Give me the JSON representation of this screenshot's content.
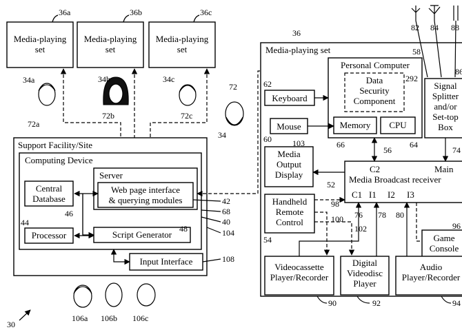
{
  "labels": {
    "media_set_a": "Media-playing\nset",
    "media_set_b": "Media-playing\nset",
    "media_set_c": "Media-playing\nset",
    "ref_36a": "36a",
    "ref_36b": "36b",
    "ref_36c": "36c",
    "ref_34a": "34a",
    "ref_34b": "34b",
    "ref_34c": "34c",
    "ref_72a": "72a",
    "ref_72b": "72b",
    "ref_72c": "72c",
    "ref_72": "72",
    "ref_34": "34",
    "support_facility": "Support Facility/Site",
    "computing_device": "Computing Device",
    "server": "Server",
    "web_page_interface": "Web page interface\n& querying modules",
    "central_database": "Central\nDatabase",
    "ref_46": "46",
    "ref_44": "44",
    "processor": "Processor",
    "script_generator": "Script Generator",
    "ref_48": "48",
    "input_interface": "Input Interface",
    "ref_108": "108",
    "ref_42": "42",
    "ref_68": "68",
    "ref_40": "40",
    "ref_104": "104",
    "ref_106a": "106a",
    "ref_106b": "106b",
    "ref_106c": "106c",
    "ref_30": "30",
    "ref_36": "36",
    "media_playing_set": "Media-playing set",
    "personal_computer": "Personal Computer",
    "ref_58": "58",
    "data_security": "Data\nSecurity\nComponent",
    "ref_292": "292",
    "ref_62": "62",
    "keyboard": "Keyboard",
    "memory": "Memory",
    "cpu": "CPU",
    "ref_60": "60",
    "mouse": "Mouse",
    "ref_66": "66",
    "ref_64": "64",
    "ref_103": "103",
    "media_output": "Media\nOutput\nDisplay",
    "ref_56": "56",
    "c2": "C2",
    "main": "Main",
    "media_broadcast": "Media Broadcast receiver",
    "ref_74": "74",
    "ref_52": "52",
    "c1": "C1",
    "i1": "I1",
    "i2": "I2",
    "i3": "I3",
    "handheld": "Handheld\nRemote\nControl",
    "ref_98": "98",
    "ref_100": "100",
    "ref_102": "102",
    "ref_76": "76",
    "ref_78": "78",
    "ref_80": "80",
    "ref_54": "54",
    "game_console": "Game\nConsole",
    "ref_96": "96",
    "signal_splitter": "Signal\nSplitter\nand/or\nSet-top\nBox",
    "ref_86": "86",
    "ref_82": "82",
    "ref_84": "84",
    "ref_88": "88",
    "vcr": "Videocassette\nPlayer/Recorder",
    "dvd": "Digital\nVideodisc\nPlayer",
    "audio": "Audio\nPlayer/Recorder",
    "ref_90": "90",
    "ref_92": "92",
    "ref_94": "94"
  }
}
